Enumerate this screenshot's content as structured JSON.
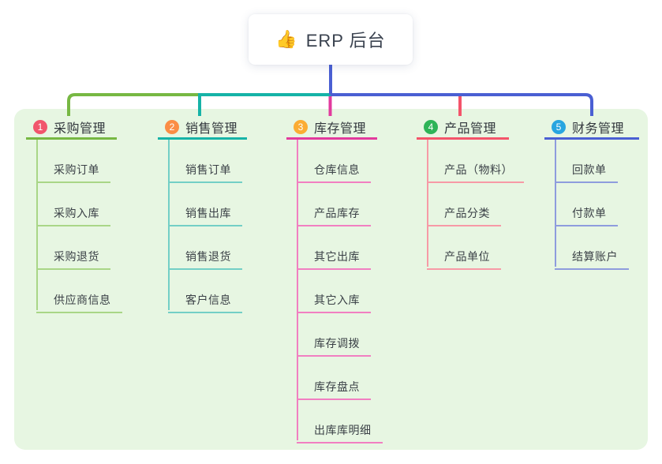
{
  "root": {
    "icon": "thumbs-up-icon",
    "icon_glyph": "👍",
    "title": "ERP 后台"
  },
  "colors": {
    "page_bg": "#ffffff",
    "panel_bg": "#e7f6e2",
    "root_card_bg": "#ffffff",
    "root_line": "#4a5fd3",
    "root_text": "#39414e",
    "branch_title_text": "#32373d",
    "child_text": "#3b4147"
  },
  "branches": [
    {
      "index": "1",
      "title": "采购管理",
      "badge_color": "#f1556c",
      "line_color": "#77b843",
      "subline_color": "#a9d687",
      "children": [
        "采购订单",
        "采购入库",
        "采购退货",
        "供应商信息"
      ]
    },
    {
      "index": "2",
      "title": "销售管理",
      "badge_color": "#fb8d45",
      "line_color": "#16b3a7",
      "subline_color": "#73cfc6",
      "children": [
        "销售订单",
        "销售出库",
        "销售退货",
        "客户信息"
      ]
    },
    {
      "index": "3",
      "title": "库存管理",
      "badge_color": "#fbac33",
      "line_color": "#e23a9d",
      "subline_color": "#f17fc1",
      "children": [
        "仓库信息",
        "产品库存",
        "其它出库",
        "其它入库",
        "库存调拨",
        "库存盘点",
        "出库库明细"
      ]
    },
    {
      "index": "4",
      "title": "产品管理",
      "badge_color": "#2eb457",
      "line_color": "#f4546a",
      "subline_color": "#f79aa6",
      "children": [
        "产品（物料）",
        "产品分类",
        "产品单位"
      ]
    },
    {
      "index": "5",
      "title": "财务管理",
      "badge_color": "#28a5e0",
      "line_color": "#4a5fd3",
      "subline_color": "#8e9cdd",
      "children": [
        "回款单",
        "付款单",
        "结算账户"
      ]
    }
  ]
}
